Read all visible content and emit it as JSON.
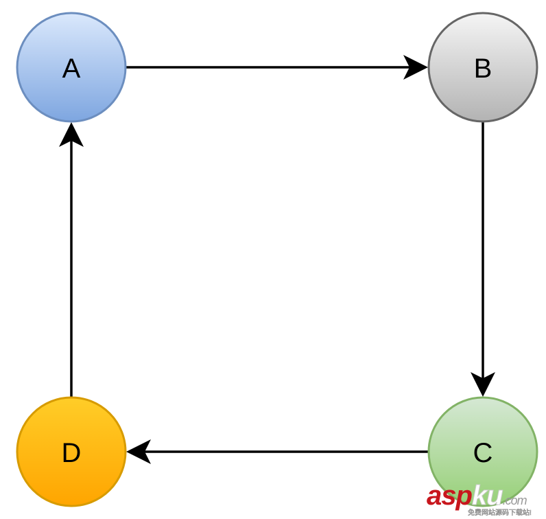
{
  "nodes": {
    "a": {
      "label": "A",
      "fill_top": "#dae8fc",
      "fill_bottom": "#7ea6e0",
      "stroke": "#6c8ebf"
    },
    "b": {
      "label": "B",
      "fill_top": "#f5f5f5",
      "fill_bottom": "#b3b3b3",
      "stroke": "#666666"
    },
    "c": {
      "label": "C",
      "fill_top": "#d5e8d4",
      "fill_bottom": "#97d077",
      "stroke": "#82b366"
    },
    "d": {
      "label": "D",
      "fill_top": "#ffcd28",
      "fill_bottom": "#ffa500",
      "stroke": "#d79b00"
    }
  },
  "edges": [
    {
      "from": "A",
      "to": "B"
    },
    {
      "from": "B",
      "to": "C"
    },
    {
      "from": "C",
      "to": "D"
    },
    {
      "from": "D",
      "to": "A"
    }
  ],
  "watermark": {
    "brand_red": "asp",
    "brand_white": "ku",
    "domain": ".com",
    "tagline": "免费网站源码下载站!"
  }
}
